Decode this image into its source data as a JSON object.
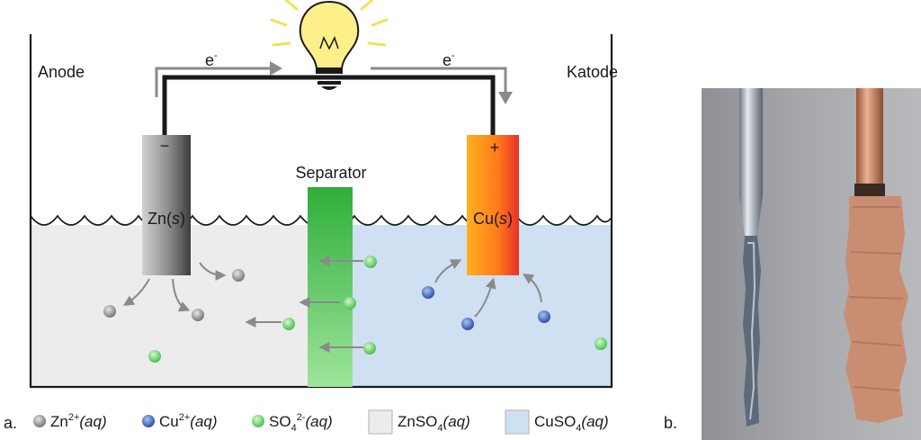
{
  "panel_a": {
    "letter": "a.",
    "anode_label": "Anode",
    "cathode_label": "Katode",
    "separator_label": "Separator",
    "electron_label": "e",
    "electron_sup": "-",
    "zn_electrode": {
      "prefix": "Zn(",
      "state": "s",
      "suffix": ")",
      "sign": "−"
    },
    "cu_electrode": {
      "prefix": "Cu(",
      "state": "s",
      "suffix": ")",
      "sign": "+"
    }
  },
  "legend": {
    "zn_ion": {
      "base": "Zn",
      "sup": "2+",
      "state": "(aq)"
    },
    "cu_ion": {
      "base": "Cu",
      "sup": "2+",
      "state": "(aq)"
    },
    "so4_ion": {
      "base": "SO",
      "sub": "4",
      "sup": "2-",
      "state": "(aq)"
    },
    "znso4": {
      "base": "ZnSO",
      "sub": "4",
      "state": "(aq)"
    },
    "cuso4": {
      "base": "CuSO",
      "sub": "4",
      "state": "(aq)"
    }
  },
  "panel_b": {
    "letter": "b."
  },
  "colors": {
    "zn_solution": "#ececec",
    "cu_solution": "#cfe0f2",
    "zn_ion": "#8a8a8a",
    "cu_ion": "#2f56b0",
    "so4_ion": "#5ccf5c",
    "separator": "#3dbb3d",
    "wire": "#1a1a1a",
    "bulb": "#fdf08a",
    "arrow": "#8a8a8a"
  },
  "icons": [
    "light-bulb-icon",
    "electron-arrow-icon"
  ]
}
